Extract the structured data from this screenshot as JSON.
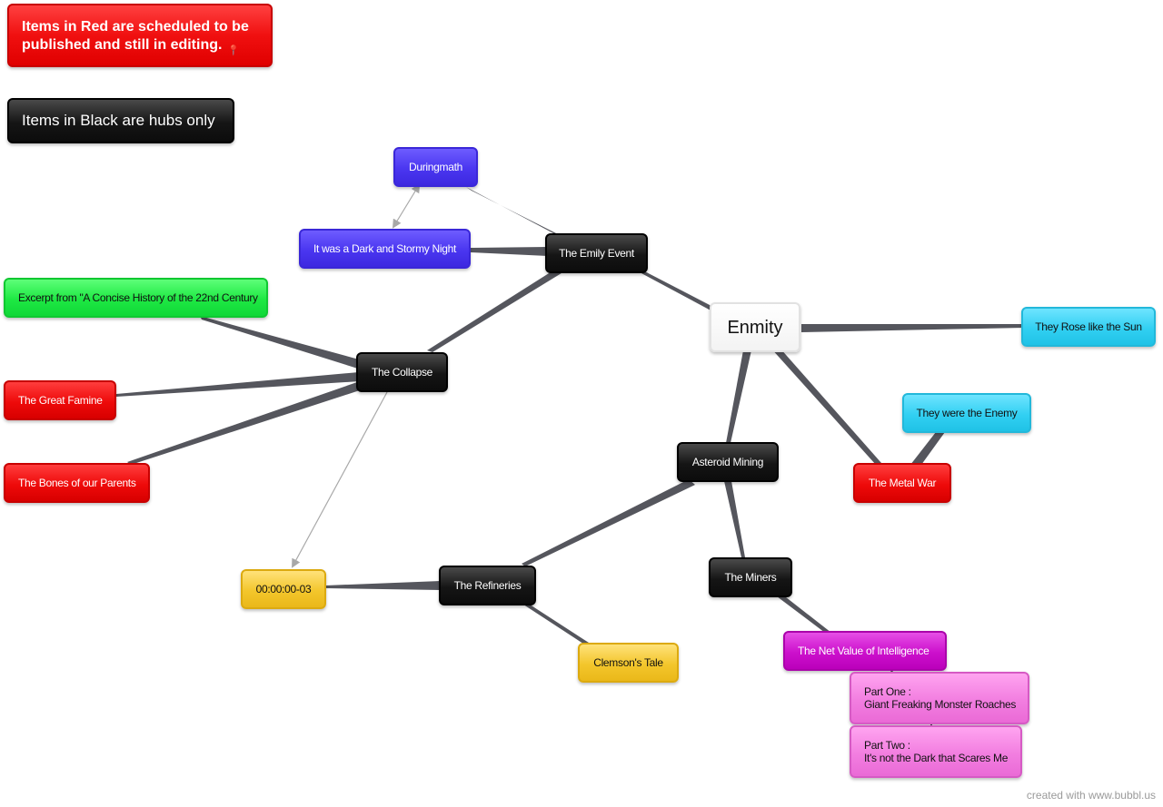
{
  "legend": {
    "red_text": "Items in Red are scheduled to be published and still in editing.",
    "black_text": "Items in Black are hubs only",
    "pin_icon": "pin-icon"
  },
  "nodes": {
    "enmity": "Enmity",
    "emily_event": "The Emily Event",
    "duringmath": "Duringmath",
    "dark_stormy": "It was a Dark and Stormy Night",
    "collapse": "The Collapse",
    "excerpt": "Excerpt from \"A Concise History of the 22nd Century",
    "great_famine": "The Great Famine",
    "bones_parents": "The Bones of our Parents",
    "rose_sun": "They Rose like the Sun",
    "were_enemy": "They were the Enemy",
    "metal_war": "The Metal War",
    "asteroid_mining": "Asteroid Mining",
    "refineries": "The Refineries",
    "timestamp": "00:00:00-03",
    "clemson": "Clemson's Tale",
    "miners": "The Miners",
    "net_value": "The Net Value of Intelligence",
    "part_one_title": "Part One :",
    "part_one_sub": "Giant Freaking Monster Roaches",
    "part_two_title": "Part Two :",
    "part_two_sub": "It's not the Dark that Scares Me"
  },
  "colors": {
    "link": "#55565d",
    "arrow": "#a8a8a8",
    "hub": "#111111",
    "editing": "#ee0a0a"
  },
  "footer": "created with www.bubbl.us"
}
